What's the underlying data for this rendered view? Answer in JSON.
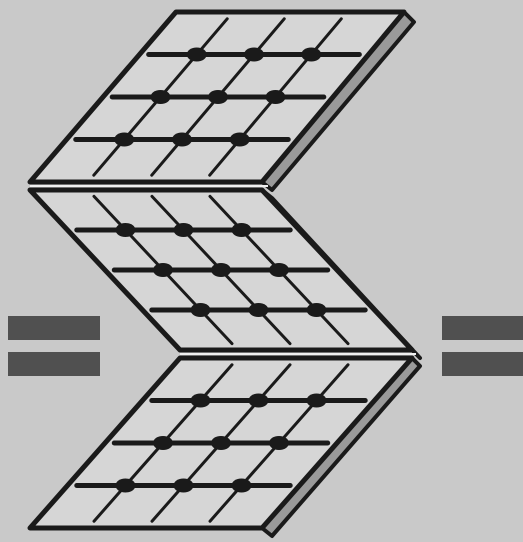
{
  "colors": {
    "background": "#c9c9c9",
    "ink": "#1a1a1a",
    "panel_face": "#d6d6d6",
    "bar": "#505050"
  },
  "figure": {
    "panel_count": 3,
    "grid_lines_per_direction": 3,
    "left_symbol": "equals-bars",
    "right_symbol": "equals-bars"
  }
}
